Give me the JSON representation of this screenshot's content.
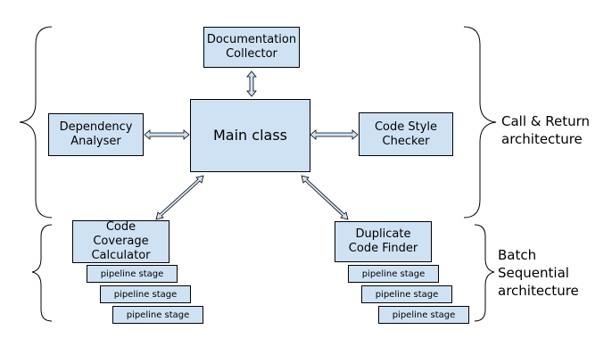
{
  "nodes": {
    "documentation_collector": "Documentation\nCollector",
    "dependency_analyser": "Dependency\nAnalyser",
    "main_class": "Main class",
    "code_style_checker": "Code Style\nChecker",
    "code_coverage_calculator": "Code\nCoverage\nCalculator",
    "duplicate_code_finder": "Duplicate\nCode Finder"
  },
  "pipeline_stage_label": "pipeline stage",
  "groups": {
    "call_return": "Call & Return\narchitecture",
    "batch_sequential": "Batch\nSequential\narchitecture"
  },
  "colors": {
    "box_fill": "#cfe2f3",
    "stroke": "#000000"
  }
}
